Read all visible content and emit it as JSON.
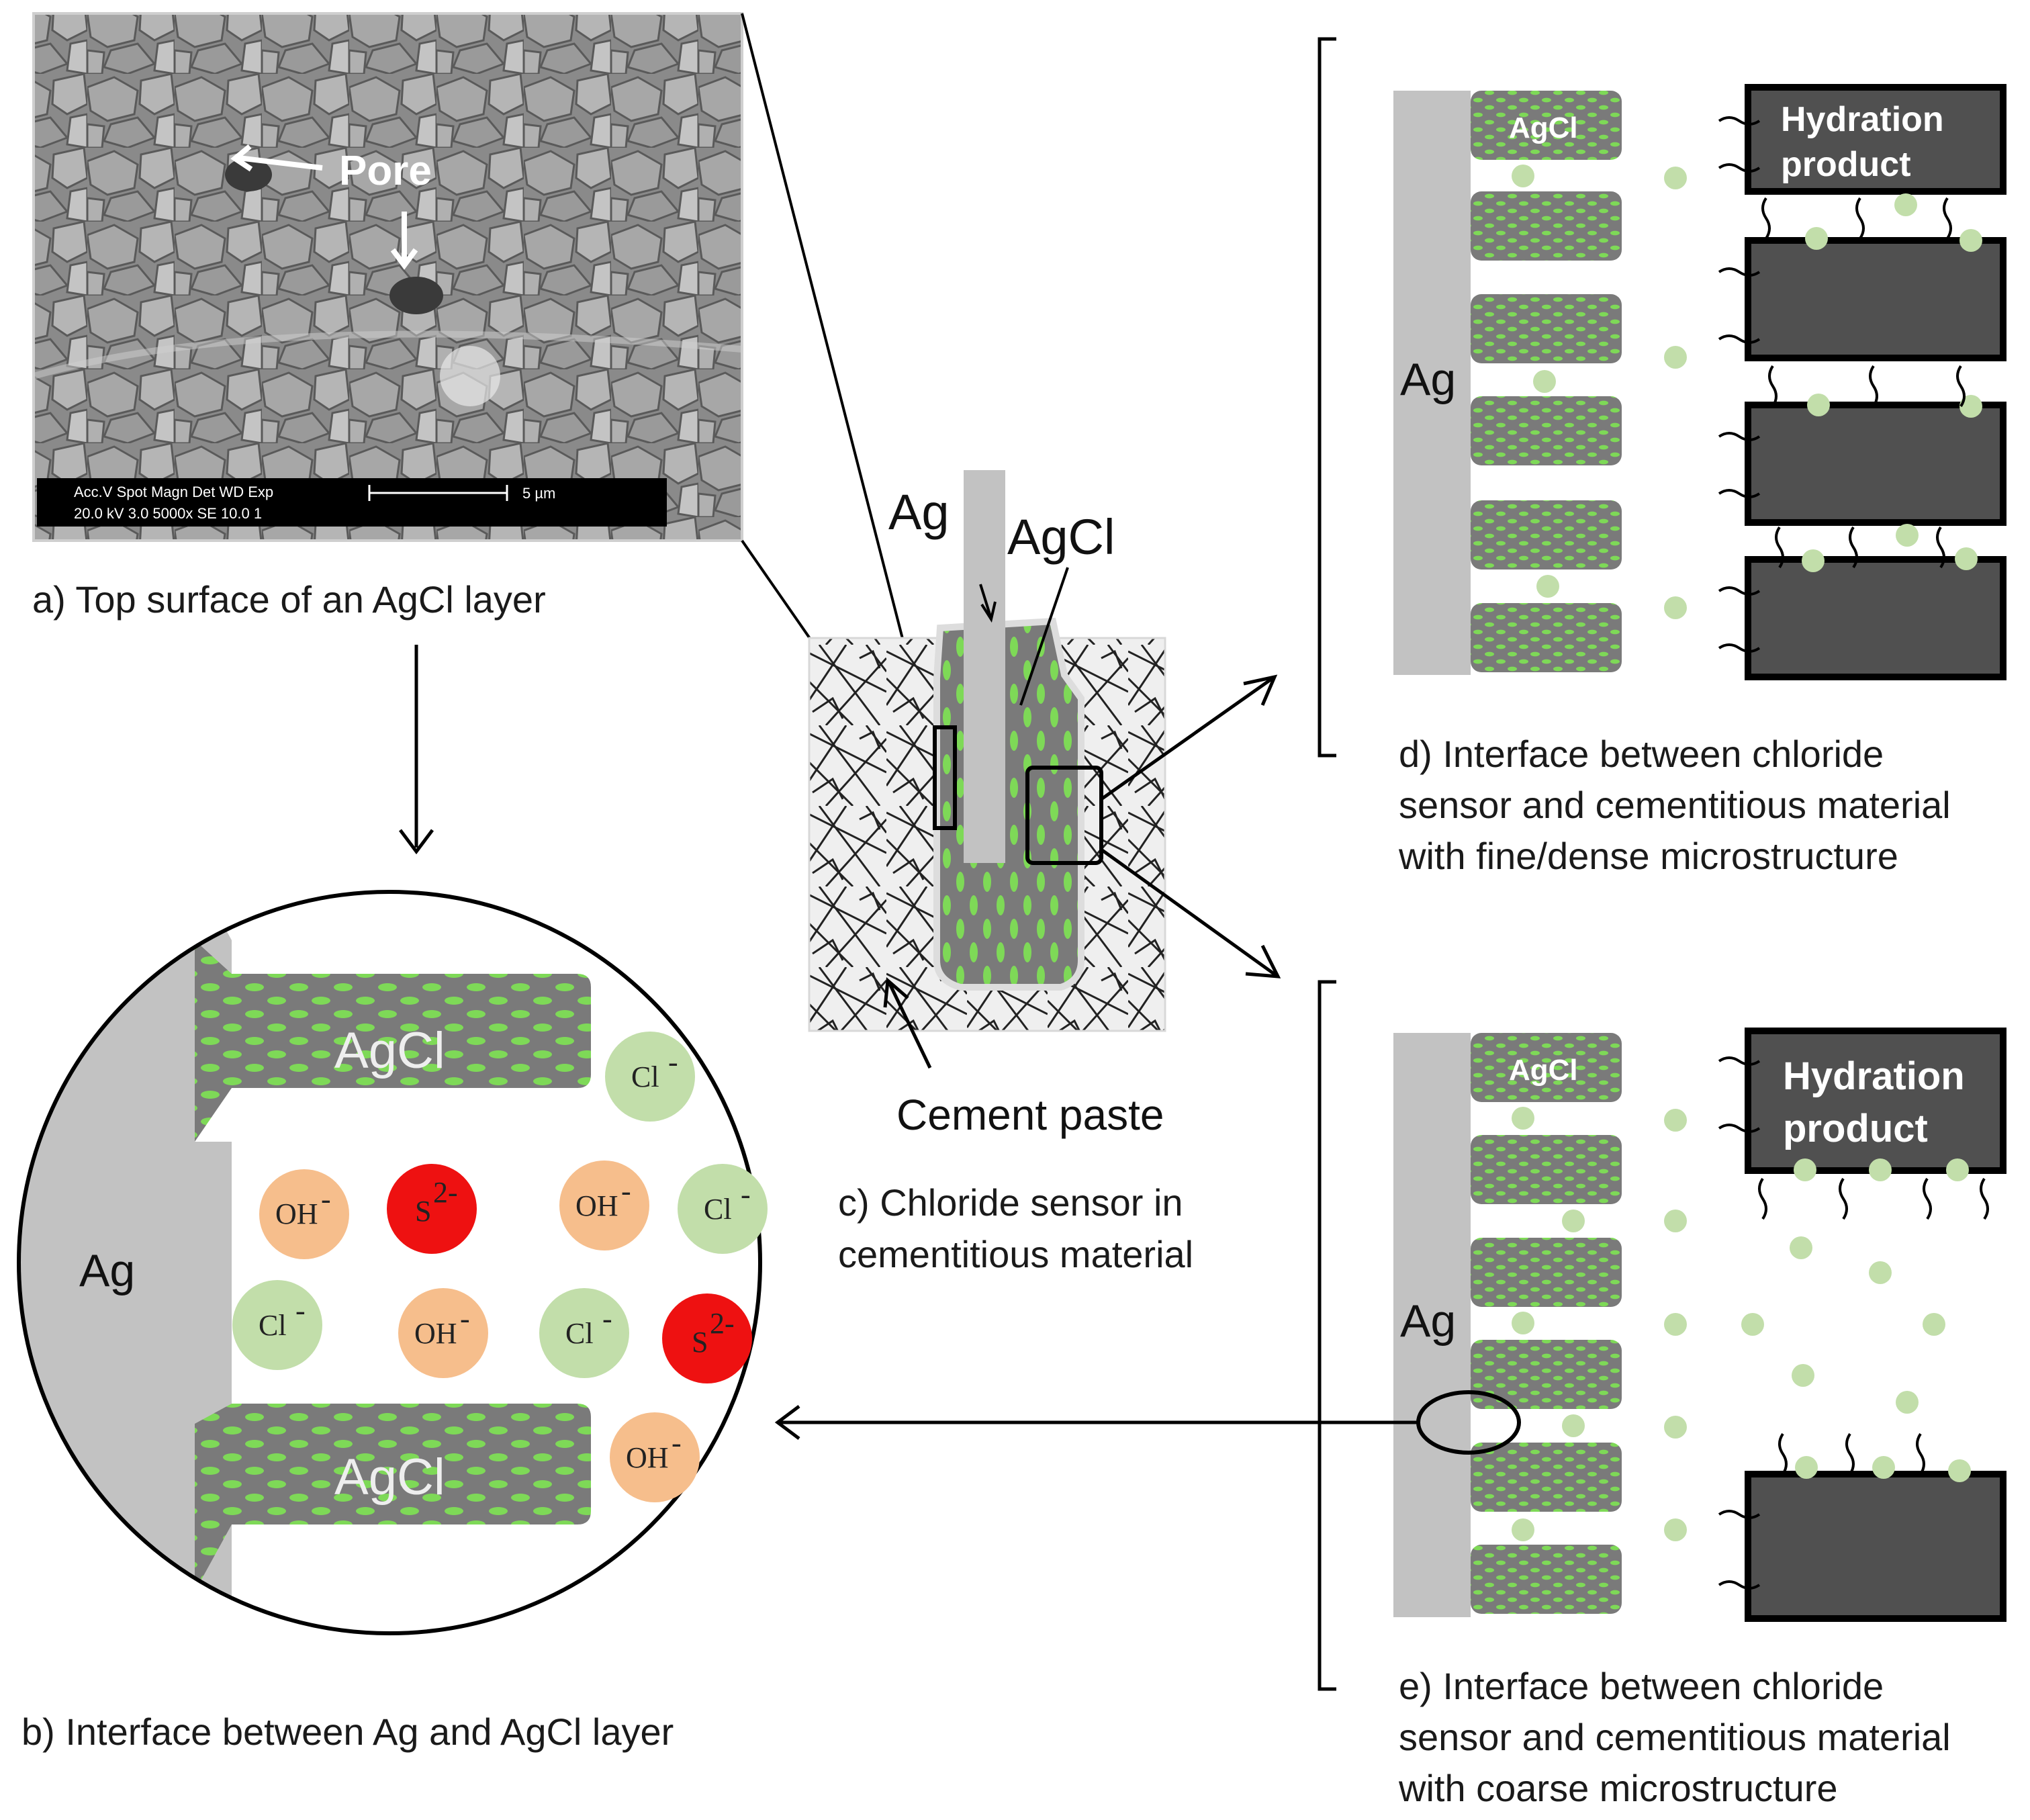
{
  "panels": {
    "a": {
      "caption": "a) Top surface of an AgCl layer",
      "pore_label": "Pore",
      "sem_bar": {
        "line1": "Acc.V   Spot Magn    Det   WD   Exp",
        "line2": "20.0 kV 3.0    5000x    SE    10.0   1",
        "scale": "5 µm"
      }
    },
    "b": {
      "caption": "b) Interface between Ag and AgCl layer",
      "ag_label": "Ag",
      "agcl_top": "AgCl",
      "agcl_bottom": "AgCl",
      "ions": [
        {
          "symbol": "Cl",
          "charge": "-",
          "kind": "chloride"
        },
        {
          "symbol": "OH",
          "charge": "-",
          "kind": "hydroxide"
        },
        {
          "symbol": "S",
          "charge": "2-",
          "kind": "sulfide"
        },
        {
          "symbol": "OH",
          "charge": "-",
          "kind": "hydroxide"
        },
        {
          "symbol": "Cl",
          "charge": "-",
          "kind": "chloride"
        },
        {
          "symbol": "Cl",
          "charge": "-",
          "kind": "chloride"
        },
        {
          "symbol": "OH",
          "charge": "-",
          "kind": "hydroxide"
        },
        {
          "symbol": "Cl",
          "charge": "-",
          "kind": "chloride"
        },
        {
          "symbol": "S",
          "charge": "2-",
          "kind": "sulfide"
        },
        {
          "symbol": "OH",
          "charge": "-",
          "kind": "hydroxide"
        }
      ]
    },
    "c": {
      "caption_line1": "c) Chloride sensor in",
      "caption_line2": "cementitious material",
      "ag_label": "Ag",
      "agcl_label": "AgCl",
      "cement_label": "Cement paste"
    },
    "d": {
      "caption_line1": "d) Interface between chloride",
      "caption_line2": "sensor and cementitious material",
      "caption_line3": "with fine/dense microstructure",
      "ag_label": "Ag",
      "agcl_label": "AgCl",
      "hydration_line1": "Hydration",
      "hydration_line2": "product"
    },
    "e": {
      "caption_line1": "e) Interface between chloride",
      "caption_line2": "sensor and cementitious material",
      "caption_line3": "with coarse microstructure",
      "ag_label": "Ag",
      "agcl_label": "AgCl",
      "hydration_line1": "Hydration",
      "hydration_line2": "product"
    }
  },
  "colors": {
    "ag": "#c2c2c2",
    "agcl": "#7a7a7a",
    "green_dot": "#7ed957",
    "chloride_ion": "#c2deaa",
    "hydroxide_ion": "#f6be8c",
    "sulfide_ion": "#ee1111",
    "hydration_product": "#505050"
  }
}
